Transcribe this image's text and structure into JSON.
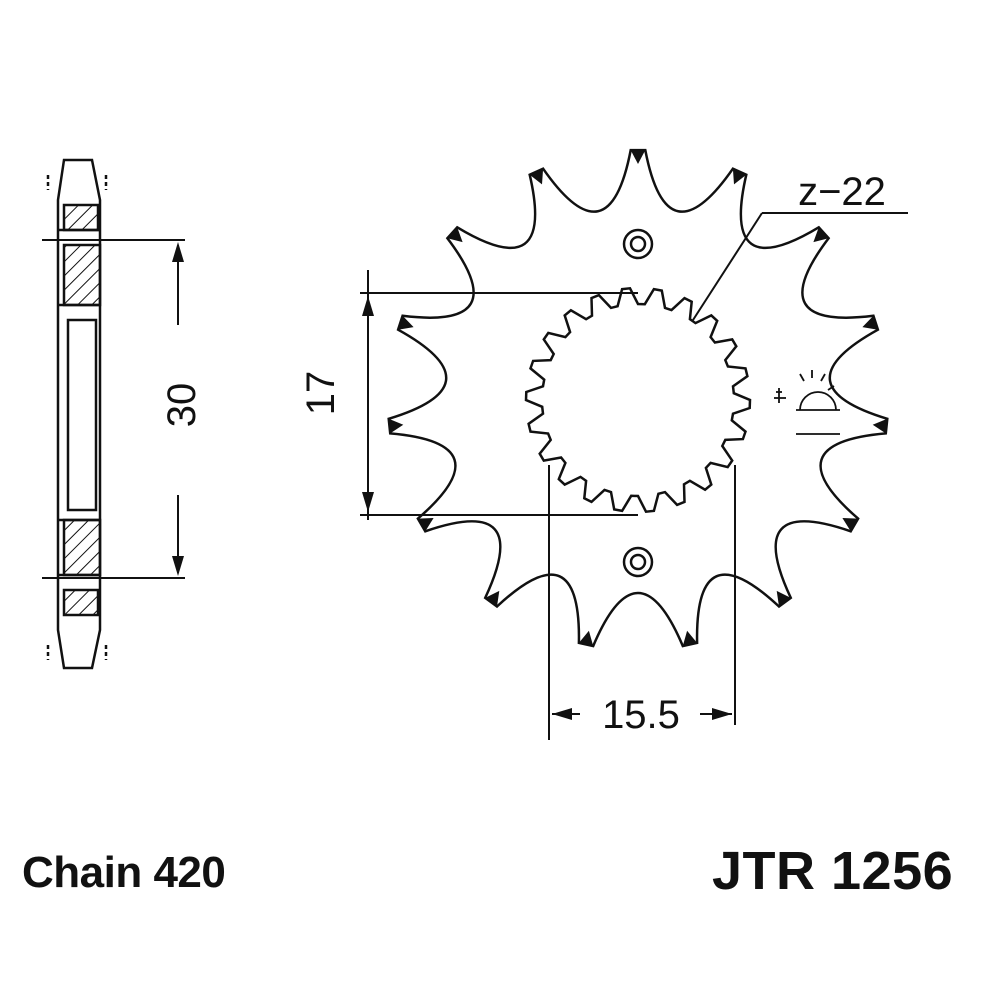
{
  "drawing": {
    "tooth_label": "z−22",
    "dim_height": "17",
    "dim_width": "15.5",
    "dim_side": "30",
    "stroke_color": "#111111",
    "background": "#ffffff"
  },
  "footer": {
    "chain": "Chain 420",
    "part_number": "JTR 1256"
  }
}
